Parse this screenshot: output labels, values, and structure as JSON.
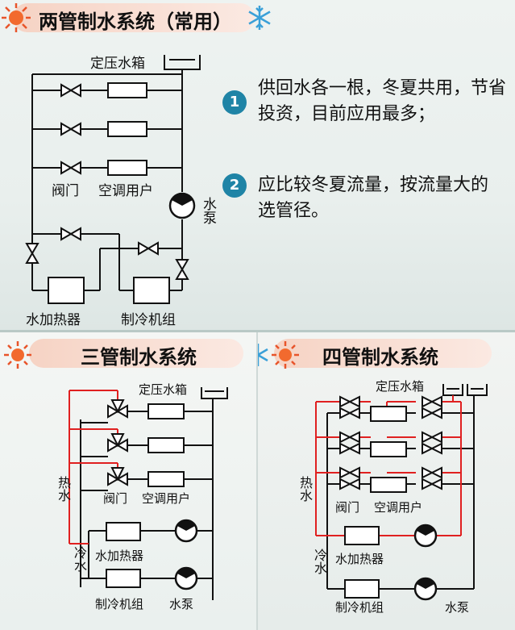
{
  "top": {
    "title": "两管制水系统（常用）",
    "tank_label": "定压水箱",
    "valve_label": "阀门",
    "user_label": "空调用户",
    "pump_label": "水泵",
    "heater_label": "水加热器",
    "chiller_label": "制冷机组",
    "notes": [
      {
        "num": "1",
        "text": "供回水各一根，冬夏共用，节省投资，目前应用最多；"
      },
      {
        "num": "2",
        "text": "应比较冬夏流量，按流量大的选管径。"
      }
    ]
  },
  "three": {
    "title": "三管制水系统",
    "tank_label": "定压水箱",
    "valve_label": "阀门",
    "user_label": "空调用户",
    "hot_label": "热水",
    "cold_label": "冷水",
    "heater_label": "水加热器",
    "chiller_label": "制冷机组",
    "pump_label": "水泵"
  },
  "four": {
    "title": "四管制水系统",
    "tank_label": "定压水箱",
    "valve_label": "阀门",
    "user_label": "空调用户",
    "hot_label": "热水",
    "cold_label": "冷水",
    "heater_label": "水加热器",
    "chiller_label": "制冷机组",
    "pump_label": "水泵"
  },
  "colors": {
    "hot_pipe": "#e02020",
    "pipe": "#111111",
    "note_badge": "#1f84a6",
    "banner": "#f6d3c4"
  },
  "icons": [
    "sun-icon",
    "snowflake-icon",
    "valve-icon",
    "three-way-valve-icon",
    "pump-icon",
    "heat-exchanger-box",
    "water-tank-icon"
  ]
}
